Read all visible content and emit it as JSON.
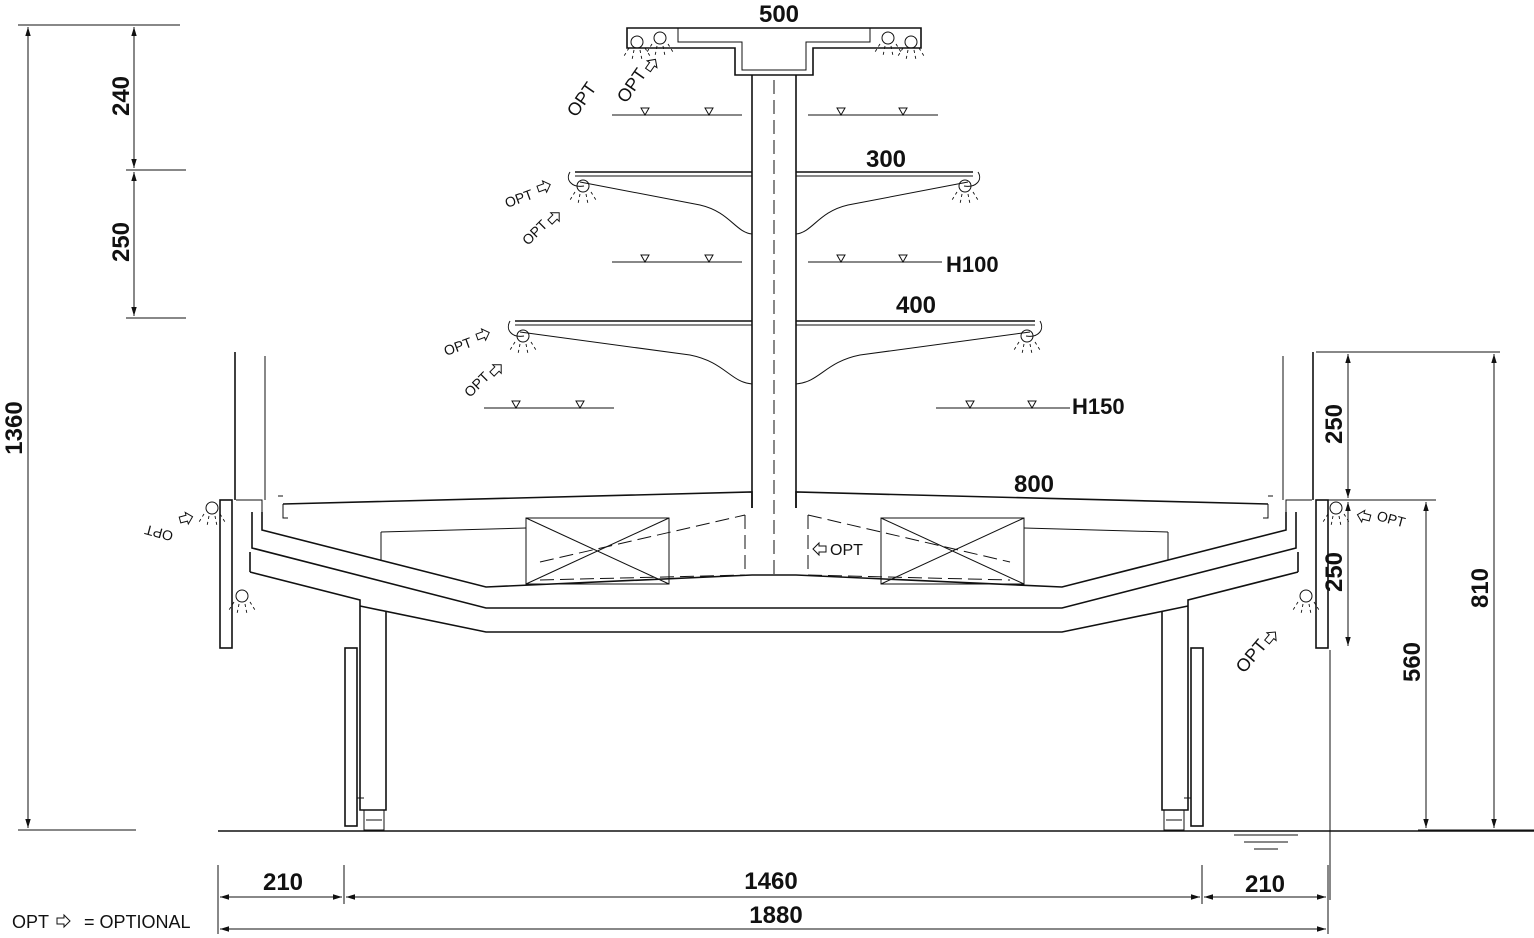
{
  "dimensions": {
    "top_shelf_width": "500",
    "shelf2_width": "300",
    "shelf3_width": "400",
    "base_width": "800",
    "h100": "H100",
    "h150": "H150",
    "left_240": "240",
    "left_250": "250",
    "left_total": "1360",
    "right_upper_250": "250",
    "right_lower_250": "250",
    "right_560": "560",
    "right_810": "810",
    "bottom_left_210": "210",
    "bottom_middle_1460": "1460",
    "bottom_right_210": "210",
    "bottom_total": "1880"
  },
  "labels": {
    "opt": "OPT"
  },
  "legend": {
    "code": "OPT",
    "text": "= OPTIONAL"
  }
}
